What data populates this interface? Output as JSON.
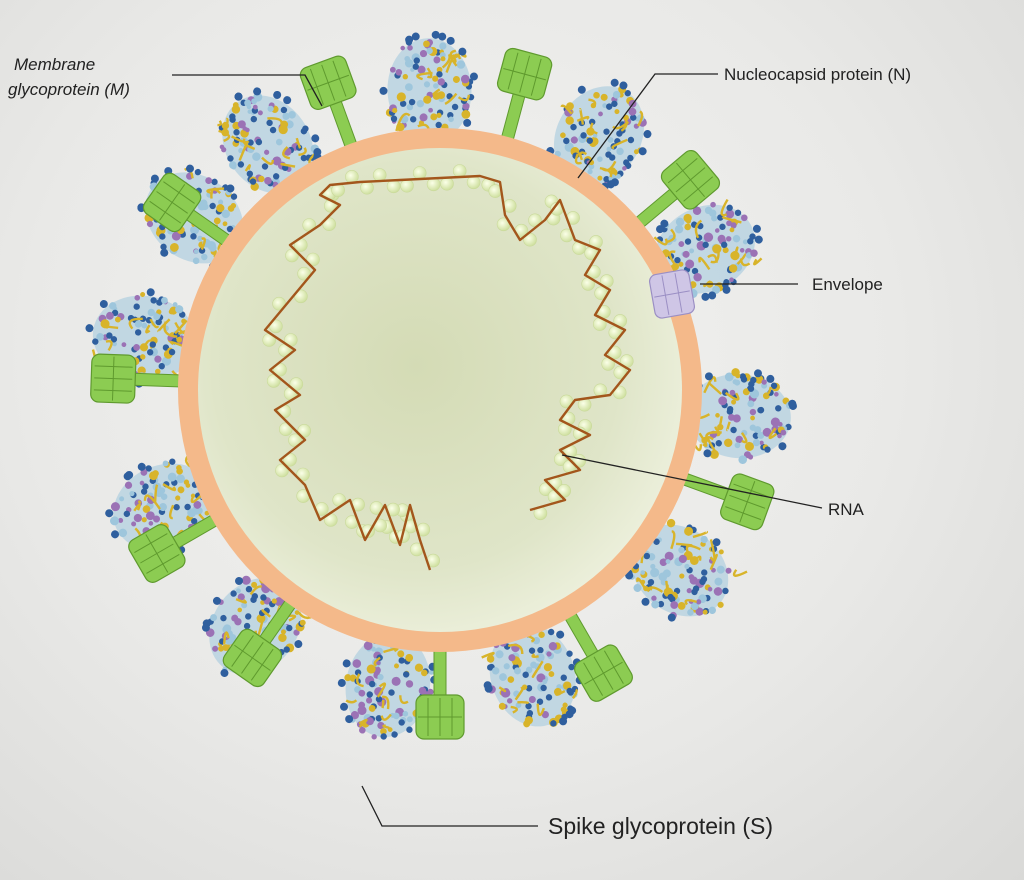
{
  "diagram": {
    "labels": {
      "membrane_line1": "Membrane",
      "membrane_line2": "glycoprotein (M)",
      "nucleocapsid": "Nucleocapsid protein (N)",
      "envelope": "Envelope",
      "rna": "RNA",
      "spike": "Spike glycoprotein (S)"
    },
    "colors": {
      "interior": "#dfe5c8",
      "envelope_ring": "#f4b98a",
      "m_protein": "#8ccc52",
      "envelope_protein": "#cfc6e6",
      "rna_strand": "#a3561c",
      "nucleocapsid_beads": "#e4efc0",
      "spike_yellow": "#d8b42a",
      "spike_blue": "#2f5f9e",
      "spike_lightblue": "#9ec6dc",
      "spike_purple": "#9b72b5"
    }
  }
}
